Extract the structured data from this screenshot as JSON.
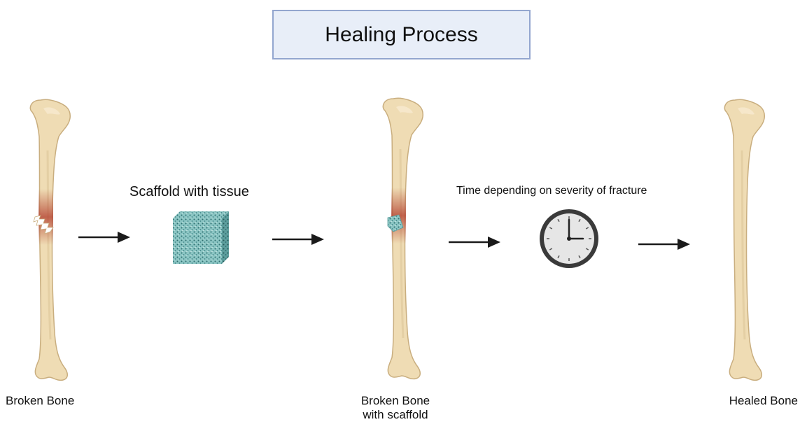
{
  "title": "Healing Process",
  "steps": [
    {
      "caption": "Broken Bone"
    },
    {
      "caption_line1": "Broken Bone",
      "caption_line2": "with scaffold"
    },
    {
      "caption": "Healed Bone"
    }
  ],
  "transitions": {
    "scaffold_label": "Scaffold with tissue",
    "time_label": "Time depending on severity of fracture"
  },
  "colors": {
    "bone_fill": "#efdcb4",
    "bone_stroke": "#c9ae7f",
    "fracture_red": "#b13a2a",
    "scaffold": "#7fb9b9",
    "clock_face": "#e6e6e6",
    "clock_rim": "#3a3a3a",
    "arrow": "#1a1a1a",
    "title_bg": "#e8eef8",
    "title_border": "#93a6cf"
  },
  "icons": [
    "bone-icon",
    "scaffold-cube-icon",
    "clock-icon",
    "arrow-right-icon"
  ]
}
